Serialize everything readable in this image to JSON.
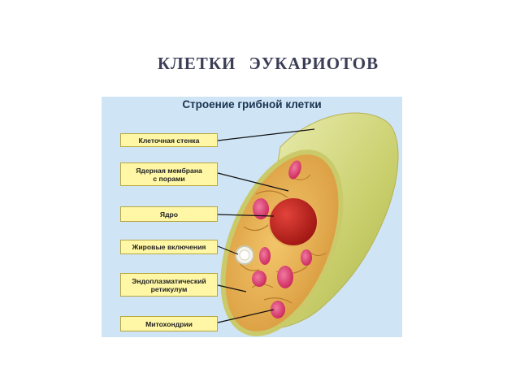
{
  "slide": {
    "title": "КЛЕТКИ   ЭУКАРИОТОВ"
  },
  "figure": {
    "title": "Строение грибной клетки",
    "labels": [
      {
        "text": "Клеточная стенка"
      },
      {
        "line1": "Ядерная мембрана",
        "line2": "с порами"
      },
      {
        "text": "Ядро"
      },
      {
        "text": "Жировые включения"
      },
      {
        "line1": "Эндоплазматический",
        "line2": "ретикулум"
      },
      {
        "text": "Митохондрии"
      }
    ]
  },
  "colors": {
    "background": "#cfe5f5",
    "label_fill": "#fff7a6",
    "wall": "#d8d98a",
    "cytoplasm": "#e9b75a",
    "nucleus": "#c3201e",
    "mitochondria": "#d83a6a"
  }
}
